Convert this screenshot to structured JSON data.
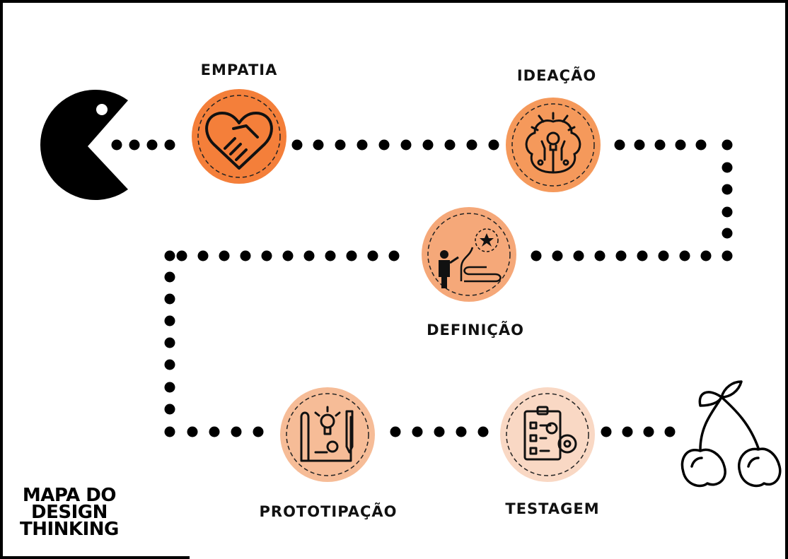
{
  "steps": [
    {
      "key": "empatia",
      "label": "EMPATIA",
      "icon": "handshake-heart-icon",
      "color": "#f47f3a"
    },
    {
      "key": "ideacao",
      "label": "IDEAÇÃO",
      "icon": "brain-lightbulb-icon",
      "color": "#f5995b"
    },
    {
      "key": "definicao",
      "label": "DEFINIÇÃO",
      "icon": "person-path-star-icon",
      "color": "#f5a879"
    },
    {
      "key": "prototipacao",
      "label": "PROTOTIPAÇÃO",
      "icon": "blueprint-idea-icon",
      "color": "#f6bc97"
    },
    {
      "key": "testagem",
      "label": "TESTAGEM",
      "icon": "checklist-gears-icon",
      "color": "#f9d8c4"
    }
  ],
  "start_icon": "pacman-icon",
  "end_icon": "cherries-icon",
  "title": {
    "line1": "MAPA DO",
    "line2": "DESIGN",
    "line3": "THINKING"
  }
}
